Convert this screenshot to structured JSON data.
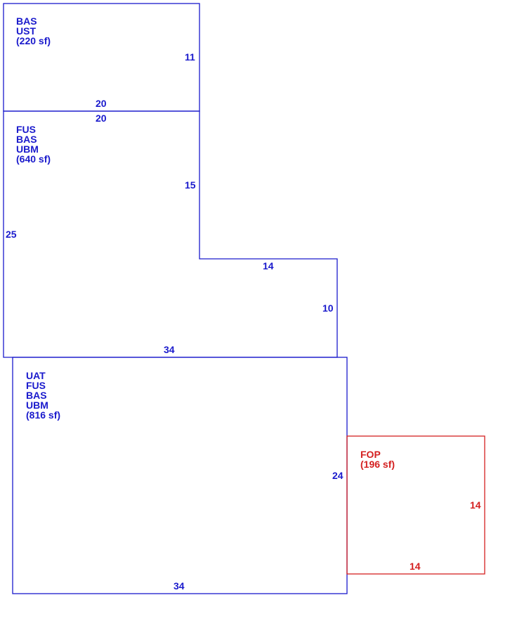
{
  "colors": {
    "main": "#1a1acc",
    "porch": "#d42020",
    "background": "#ffffff"
  },
  "areas": [
    {
      "lines": [
        "BAS",
        "UST",
        "(220 sf)"
      ],
      "dimensions": [
        "11",
        "20"
      ]
    },
    {
      "lines": [
        "FUS",
        "BAS",
        "UBM",
        "(640 sf)"
      ],
      "dimensions": [
        "20",
        "15",
        "25",
        "14",
        "10",
        "34"
      ]
    },
    {
      "lines": [
        "UAT",
        "FUS",
        "BAS",
        "UBM",
        "(816 sf)"
      ],
      "dimensions": [
        "24",
        "34"
      ]
    },
    {
      "lines": [
        "FOP",
        "(196 sf)"
      ],
      "dimensions": [
        "14",
        "14"
      ]
    }
  ]
}
